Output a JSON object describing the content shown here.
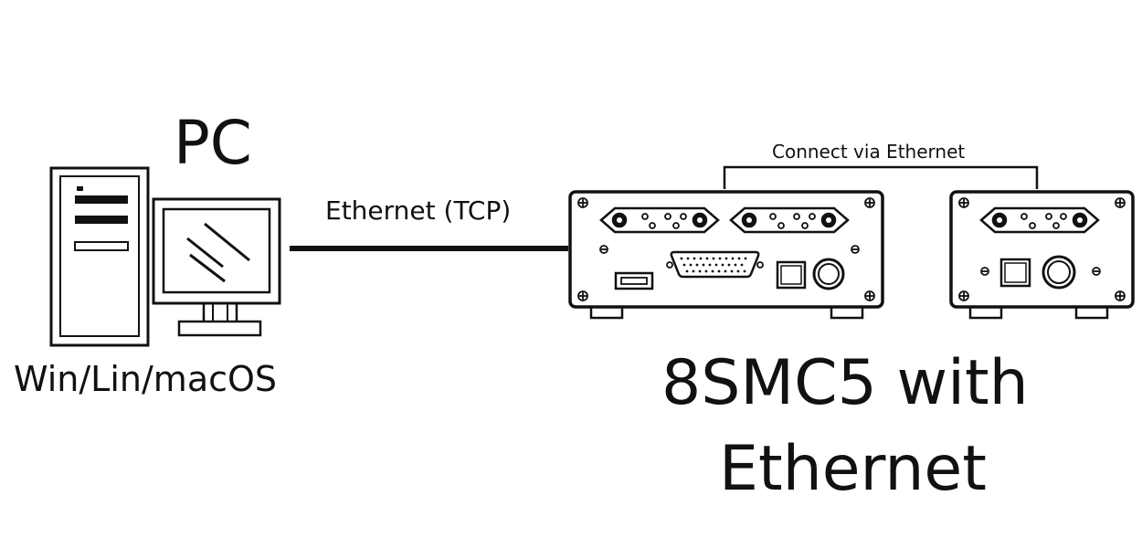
{
  "pc": {
    "title": "PC",
    "os_label": "Win/Lin/macOS"
  },
  "link": {
    "cable_label": "Ethernet (TCP)",
    "bridge_label": "Connect via Ethernet"
  },
  "device": {
    "title_line1": "8SMC5 with",
    "title_line2": "Ethernet"
  },
  "colors": {
    "line": "#111111",
    "background": "#ffffff"
  }
}
